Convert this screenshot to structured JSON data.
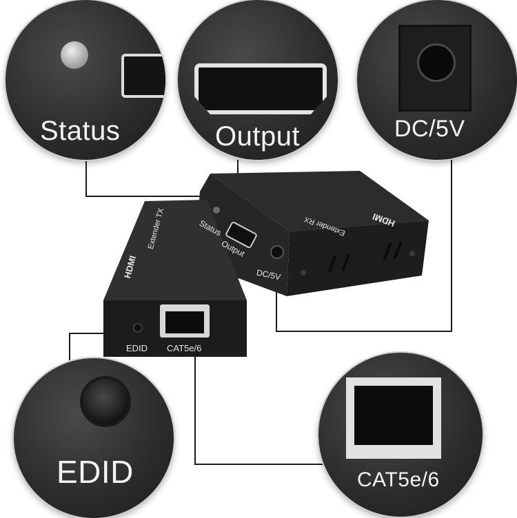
{
  "callouts": {
    "status": "Status",
    "output": "Output",
    "dc": "DC/5V",
    "edid": "EDID",
    "cat": "CAT5e/6"
  },
  "receiver": {
    "status_label": "Status",
    "output_label": "Output",
    "dc_label": "DC/5V",
    "model_label": "Extender  RX",
    "brand": "HDMI"
  },
  "transmitter": {
    "edid_label": "EDID",
    "cat_label": "CAT5e/6",
    "model_label": "Extender  TX",
    "brand": "HDMI"
  },
  "colors": {
    "device_body": "#1f1f21",
    "device_face": "#2a2a2c",
    "label_text": "#f4f4f4",
    "leader_line": "#1a1a1a",
    "background": "#ffffff"
  }
}
